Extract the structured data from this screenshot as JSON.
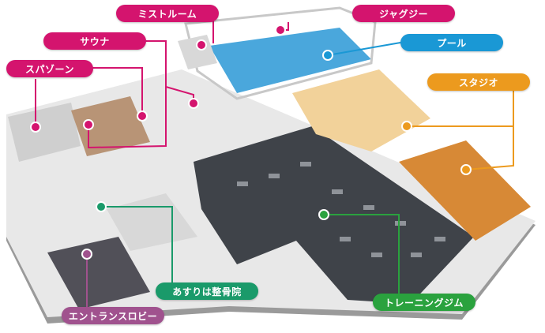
{
  "facility_map": {
    "labels": {
      "mist_room": "ミストルーム",
      "jacuzzi": "ジャグジー",
      "sauna": "サウナ",
      "pool": "プール",
      "spa_zone": "スパゾーン",
      "studio": "スタジオ",
      "chiropractic": "あすりは整骨院",
      "training_gym": "トレーニングジム",
      "entrance_lobby": "エントランスロビー"
    },
    "colors": {
      "spa_area": "#d4146e",
      "pool_area": "#1a98d5",
      "studio_area": "#ec9a1e",
      "gym_area": "#2aa23e",
      "clinic_area": "#1a9a6a",
      "lobby_area": "#a0528e"
    }
  }
}
